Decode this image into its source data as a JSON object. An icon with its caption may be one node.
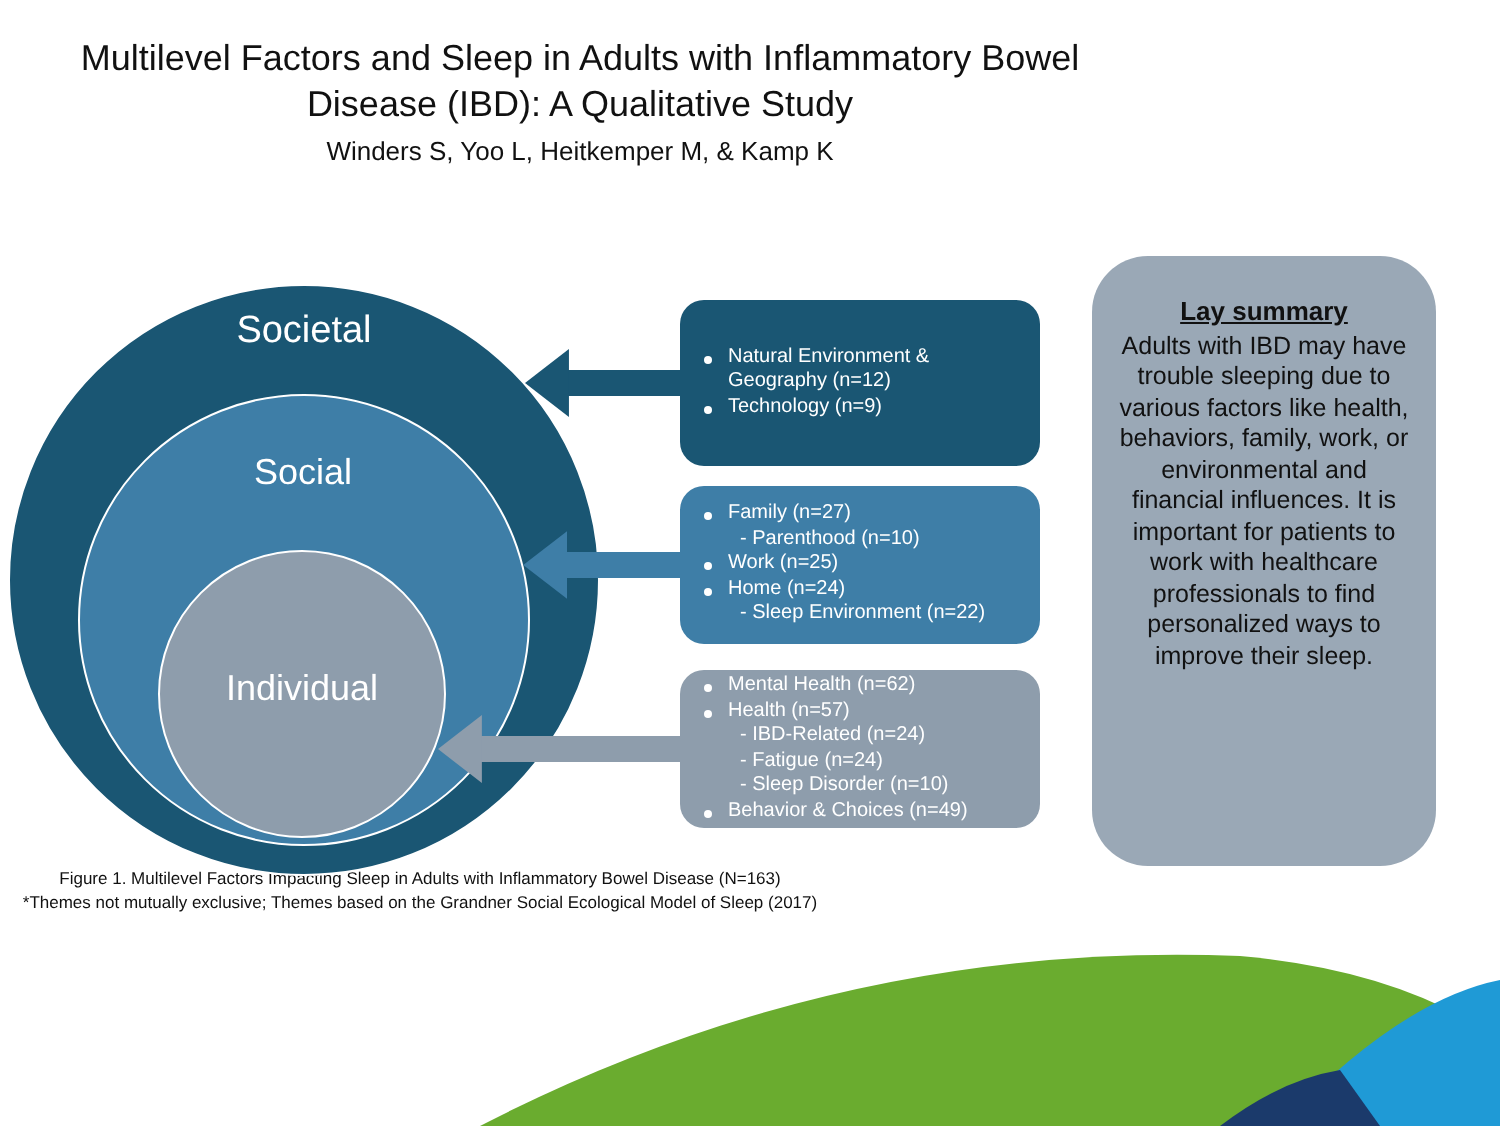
{
  "diagram": {
    "title": "Multilevel Factors and Sleep in Adults with Inflammatory Bowel Disease (IBD): A Qualitative Study",
    "caption": "Figure 1. Multilevel Factors Impacting Sleep in Adults with Inflammatory Bowel Disease (N=163)",
    "nodes": [
      {
        "text": [
          "Societal"
        ]
      },
      {
        "text": [
          "Social"
        ],
        "in": 0
      },
      {
        "text": [
          "Individual"
        ],
        "in": 1
      },
      {
        "text": [
          "Natural Environment & Geography (n=12)",
          "Technology (n=9)"
        ]
      },
      {
        "text": [
          "Family (n=27)",
          "- Parenthood (n=10)",
          "Work (n=25)",
          "Home (n=24)",
          "- Sleep Environment (n=22)"
        ]
      },
      {
        "text": [
          "Mental Health (n=62)",
          "Health (n=57)",
          "- IBD-Related (n=24)",
          "- Fatigue (n=24)",
          "- Sleep Disorder (n=10)",
          "Behavior & Choices (n=49)"
        ]
      },
      {
        "text": [
          "Lay summary",
          "Adults with IBD may have trouble sleeping due to various factors like health, behaviors, family, work, or environmental and financial influences. It is important for patients to work with healthcare professionals to find personalized ways to improve their sleep."
        ]
      }
    ],
    "edges": [
      {
        "from": 3,
        "to": 0,
        "arrow": "to",
        "color": "#1a5673"
      },
      {
        "from": 4,
        "to": 1,
        "arrow": "to",
        "color": "#3e7ea7"
      },
      {
        "from": 5,
        "to": 2,
        "arrow": "to",
        "color": "#8e9dac"
      }
    ],
    "labels": [
      "Winders S, Yoo L, Heitkemper M, & Kamp K",
      "*Themes not mutually exclusive; Themes based on the Grandner Social Ecological Model of Sleep (2017)"
    ]
  }
}
